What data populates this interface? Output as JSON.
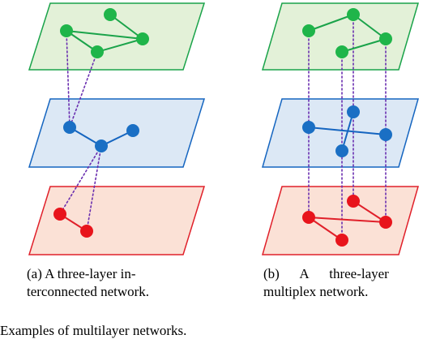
{
  "figure": {
    "colors": {
      "green_fill": "#e3f1d8",
      "green_stroke": "#1aa34a",
      "green_node": "#1fb54a",
      "blue_fill": "#dce8f5",
      "blue_stroke": "#1565c0",
      "blue_node": "#1a6fc4",
      "red_fill": "#fbe1d6",
      "red_stroke": "#e0202a",
      "red_node": "#e8141c",
      "interlayer": "#6a2fb0"
    },
    "panels": [
      {
        "id": "a",
        "caption_lines": [
          "(a) A three-layer in-",
          "terconnected network."
        ]
      },
      {
        "id": "b",
        "caption_lines": [
          "(b)      A      three-layer",
          "multiplex network."
        ]
      }
    ],
    "bottom_cut_text": "Examples of multilayer networks."
  }
}
